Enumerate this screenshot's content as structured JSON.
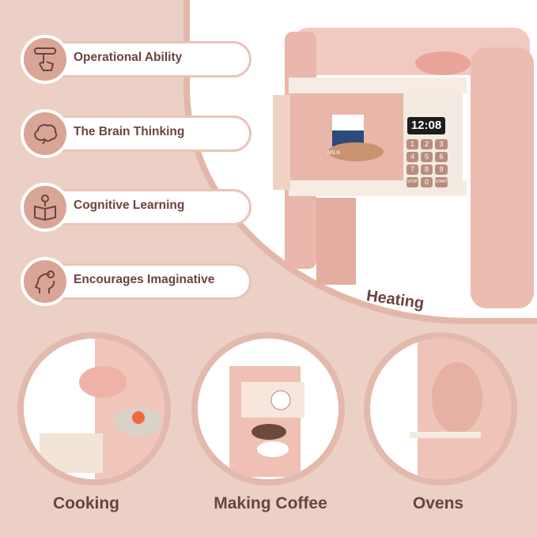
{
  "features": [
    {
      "label": "Operational Ability",
      "icon": "hand-press-icon"
    },
    {
      "label": "The Brain Thinking",
      "icon": "brain-icon"
    },
    {
      "label": "Cognitive Learning",
      "icon": "reading-book-icon"
    },
    {
      "label": "Encourages Imaginative",
      "icon": "head-idea-icon"
    }
  ],
  "hero": {
    "caption": "Heating",
    "clock": "12:08",
    "keys": [
      "1",
      "2",
      "3",
      "4",
      "5",
      "6",
      "7",
      "8",
      "9",
      "STOP",
      "0",
      "START"
    ],
    "milk": "MILK"
  },
  "scenes": [
    {
      "caption": "Cooking"
    },
    {
      "caption": "Making Coffee"
    },
    {
      "caption": "Ovens"
    }
  ],
  "colors": {
    "background": "#ecd0c6",
    "accent": "#d9a596",
    "text": "#6a4440"
  }
}
